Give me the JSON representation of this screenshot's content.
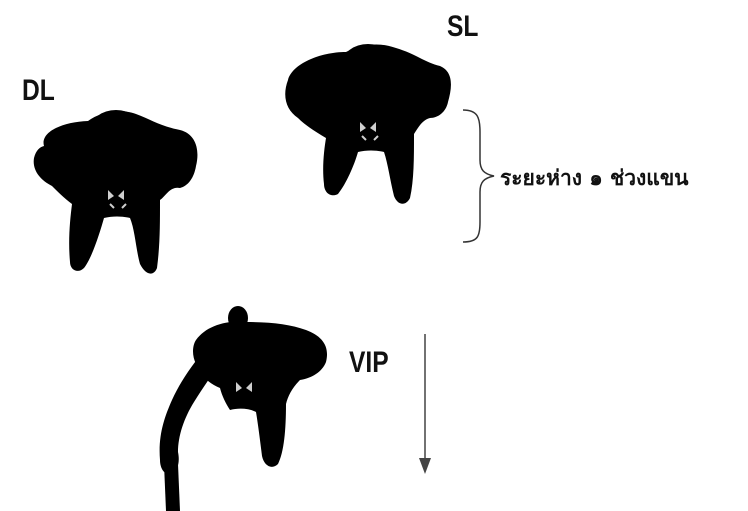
{
  "labels": {
    "dl": "DL",
    "sl": "SL",
    "vip": "VIP",
    "distance": "ระยะห่าง ๑ ช่วงแขน"
  },
  "colors": {
    "figure": "#000000",
    "text": "#111111",
    "line": "#333333"
  },
  "icons": {
    "dl_figure": "person-top-view-icon",
    "sl_figure": "person-top-view-icon",
    "vip_figure": "person-arm-extended-top-view-icon",
    "distance_brace": "right-curly-brace",
    "direction_arrow": "arrow-down-icon"
  }
}
